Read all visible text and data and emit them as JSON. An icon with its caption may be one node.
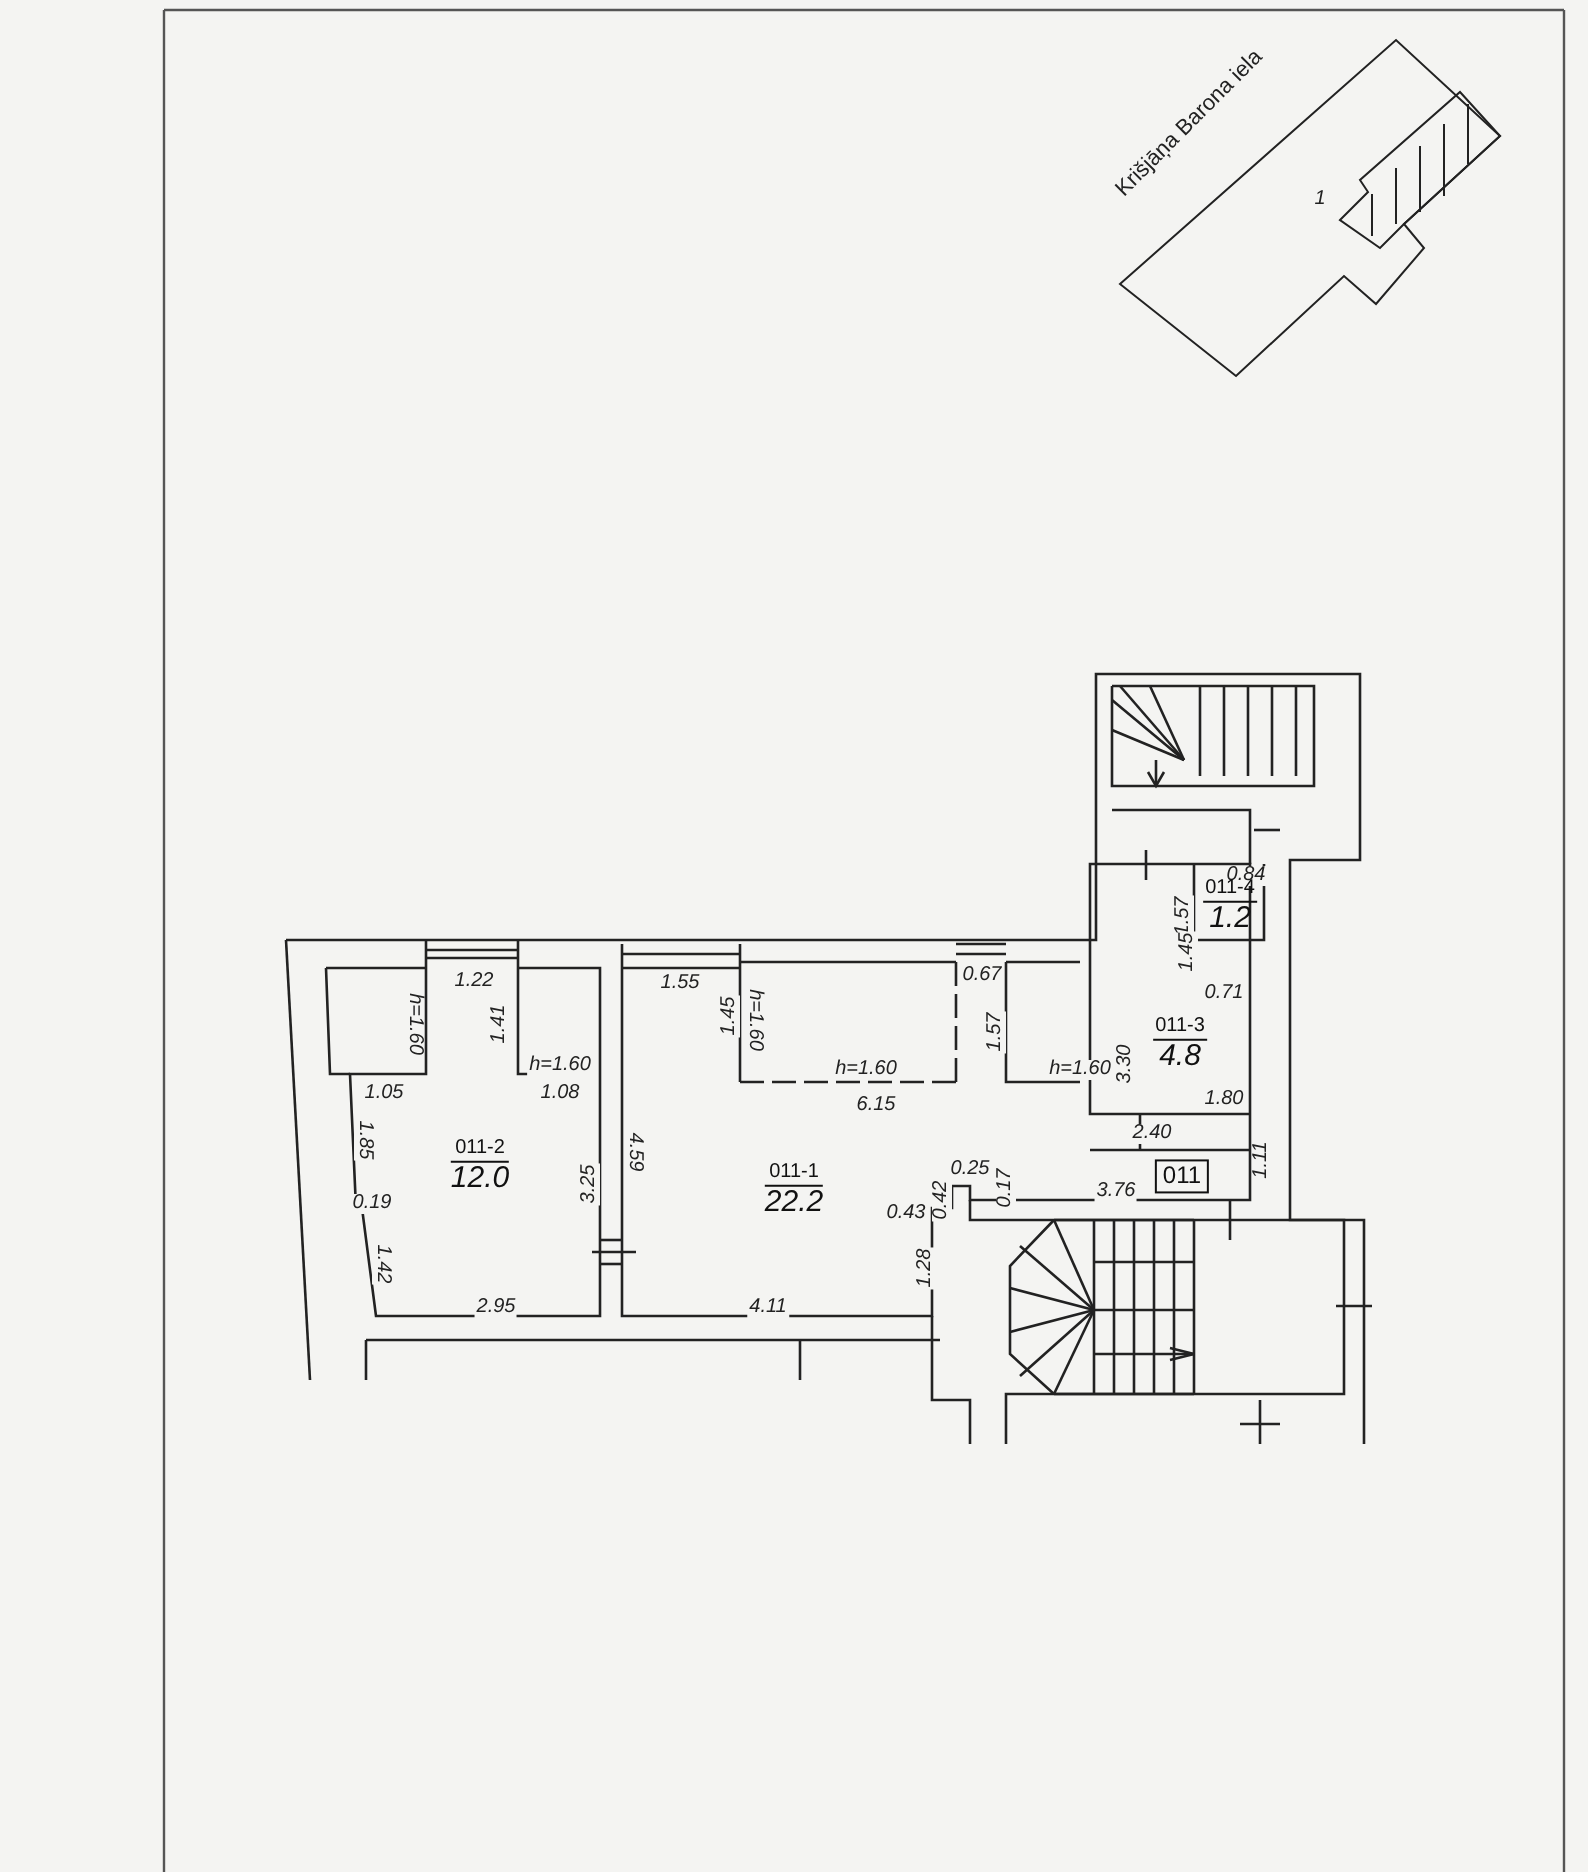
{
  "diagram": {
    "nodes": [
      {
        "text": [
          "011-4",
          "1.2"
        ]
      },
      {
        "text": [
          "011-3",
          "4.8"
        ]
      },
      {
        "text": [
          "011-2",
          "12.0"
        ]
      },
      {
        "text": [
          "011-1",
          "22.2"
        ]
      },
      {
        "text": [
          "011"
        ]
      }
    ],
    "edges": [],
    "labels": [
      "Krišjāņa Barona iela",
      "1",
      "0.84",
      "1.57",
      "1.45",
      "0.71",
      "1.22",
      "1.55",
      "0.67",
      "h=1.60",
      "1.41",
      "1.45",
      "h=1.60",
      "1.57",
      "h=1.60",
      "h=1.60",
      "h=1.60",
      "3.30",
      "1.05",
      "1.08",
      "1.80",
      "6.15",
      "1.85",
      "2.40",
      "4.59",
      "1.11",
      "3.25",
      "0.25",
      "0.17",
      "3.76",
      "0.19",
      "0.43",
      "0.42",
      "1.42",
      "1.28",
      "2.95",
      "4.11"
    ]
  }
}
